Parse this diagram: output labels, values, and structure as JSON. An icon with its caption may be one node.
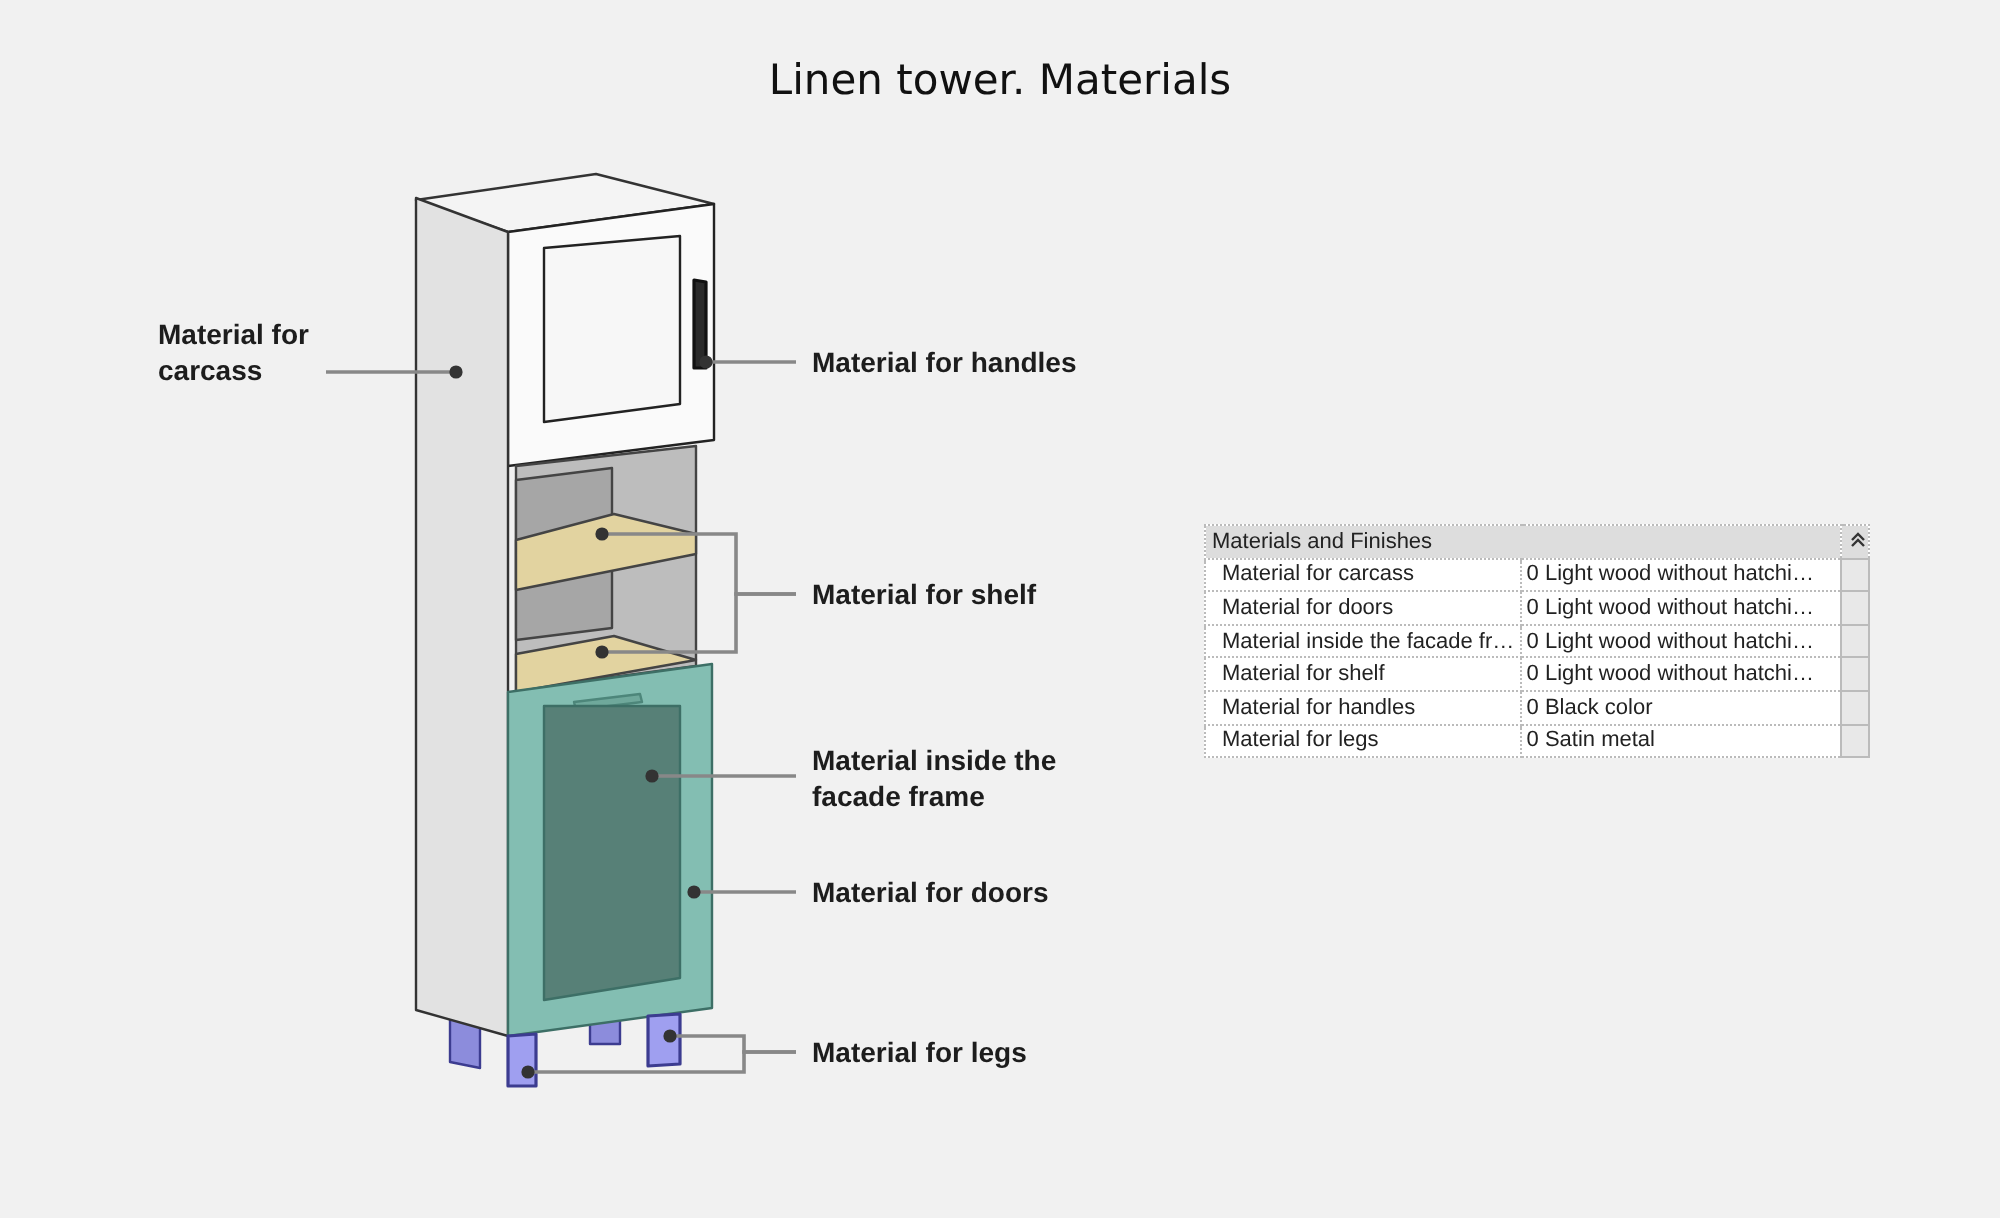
{
  "diagram": {
    "title": "Linen tower. Materials",
    "nodes": [
      {
        "text": [
          "Material for carcass"
        ]
      },
      {
        "text": [],
        "shape": "box"
      },
      {
        "text": [
          "Material for handles"
        ]
      },
      {
        "text": [],
        "shape": "bar"
      },
      {
        "text": [
          "Material for shelf"
        ]
      },
      {
        "text": [],
        "shape": "box"
      },
      {
        "text": [],
        "shape": "box"
      },
      {
        "text": [
          "Material inside the facade frame"
        ]
      },
      {
        "text": [],
        "shape": "box",
        "in": 10
      },
      {
        "text": [
          "Material for doors"
        ]
      },
      {
        "text": [],
        "shape": "box"
      },
      {
        "text": [
          "Material for legs"
        ]
      },
      {
        "text": [],
        "shape": "bar"
      },
      {
        "text": [],
        "shape": "bar"
      }
    ],
    "edges": [
      {
        "from": 0,
        "to": 1,
        "arrow": "other"
      },
      {
        "from": 2,
        "to": 3,
        "arrow": "other"
      },
      {
        "from": 4,
        "to": 5,
        "arrow": "other"
      },
      {
        "from": 4,
        "to": 6,
        "arrow": "other"
      },
      {
        "from": 7,
        "to": 8,
        "arrow": "other"
      },
      {
        "from": 9,
        "to": 10,
        "arrow": "other"
      },
      {
        "from": 11,
        "to": 12,
        "arrow": "other"
      },
      {
        "from": 11,
        "to": 13,
        "arrow": "other"
      }
    ],
    "labels": [
      "Materials and Finishes",
      "Material for carcass",
      "0 Light wood without hatchi…",
      "Material for doors",
      "0 Light wood without hatchi…",
      "Material inside the facade fr…",
      "0 Light wood without hatchi…",
      "Material for shelf",
      "0 Light wood without hatchi…",
      "Material for handles",
      "0 Black color",
      "Material for legs",
      "0 Satin metal"
    ]
  }
}
